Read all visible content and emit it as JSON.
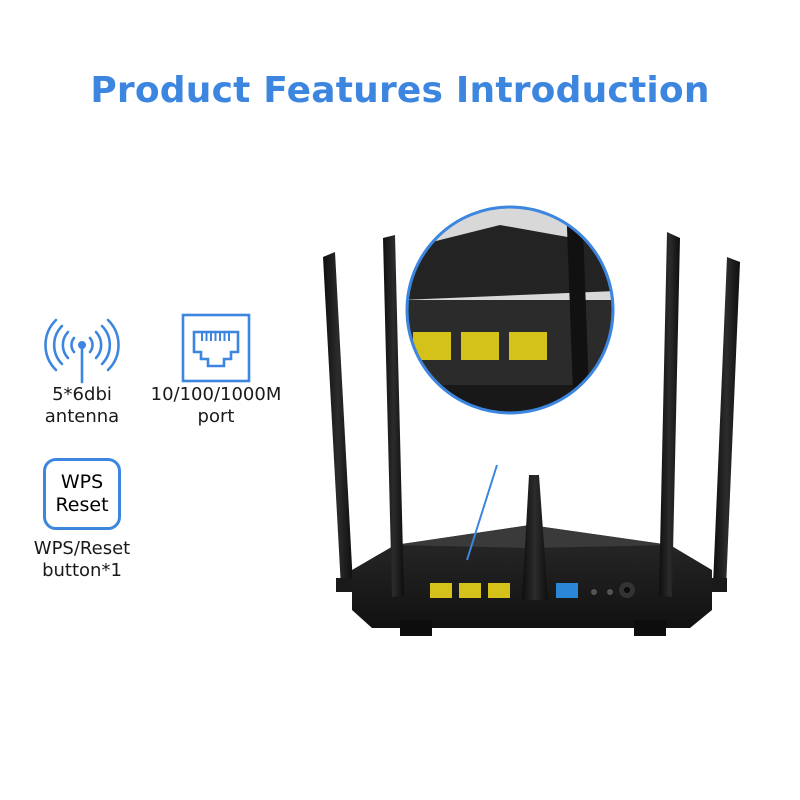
{
  "title": "Product Features Introduction",
  "features": [
    {
      "icon": "antenna-signal-icon",
      "lines": [
        "5*6dbi",
        "antenna"
      ]
    },
    {
      "icon": "ethernet-port-icon",
      "lines": [
        "10/100/1000M",
        "port"
      ]
    },
    {
      "icon": "wps-reset-button-icon",
      "badge_lines": [
        "WPS",
        "Reset"
      ],
      "lines": [
        "WPS/Reset",
        "button*1"
      ]
    }
  ],
  "colors": {
    "accent": "#3D86E0",
    "router_body": "#1b1b1b",
    "lan_port": "#d4c21a",
    "wan_port": "#2a86d6"
  }
}
